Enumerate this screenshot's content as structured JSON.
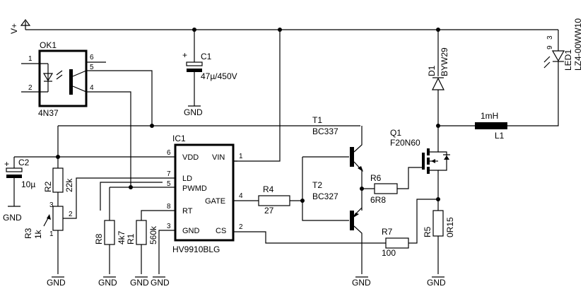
{
  "supply": {
    "label": "V+"
  },
  "ok1": {
    "ref": "OK1",
    "part": "4N37",
    "pins": [
      "1",
      "2",
      "6",
      "5",
      "4"
    ]
  },
  "c1": {
    "ref": "C1",
    "value": "47µ/450V",
    "plus": "+"
  },
  "c2": {
    "ref": "C2",
    "value": "10µ",
    "plus": "+"
  },
  "ic1": {
    "ref": "IC1",
    "part": "HV9910BLG",
    "pin_names": {
      "vdd": "VDD",
      "ld": "LD",
      "pwmd": "PWMD",
      "rt": "RT",
      "gnd": "GND",
      "vin": "VIN",
      "gate": "GATE",
      "cs": "CS"
    },
    "pin_numbers": {
      "vdd": "6",
      "ld": "7",
      "pwmd": "5",
      "rt": "8",
      "gnd": "3",
      "vin": "1",
      "gate": "4",
      "cs": "2"
    }
  },
  "t1": {
    "ref": "T1",
    "part": "BC337"
  },
  "t2": {
    "ref": "T2",
    "part": "BC327"
  },
  "q1": {
    "ref": "Q1",
    "part": "F20N60"
  },
  "d1": {
    "ref": "D1",
    "part": "BYW29"
  },
  "led1": {
    "ref": "LED1",
    "part": "LZ4-00WW10",
    "pin_a": "9",
    "pin_b": "3"
  },
  "l1": {
    "ref": "L1",
    "value": "1mH"
  },
  "r1": {
    "ref": "R1",
    "value": "560k"
  },
  "r2": {
    "ref": "R2",
    "value": "22k"
  },
  "r3": {
    "ref": "R3",
    "value": "1k",
    "pins": [
      "3",
      "2",
      "1"
    ]
  },
  "r4": {
    "ref": "R4",
    "value": "27"
  },
  "r5": {
    "ref": "R5",
    "value": "0R15"
  },
  "r6": {
    "ref": "R6",
    "value": "6R8"
  },
  "r7": {
    "ref": "R7",
    "value": "100"
  },
  "r8": {
    "ref": "R8",
    "value": "4k7"
  },
  "gnd_label": "GND"
}
